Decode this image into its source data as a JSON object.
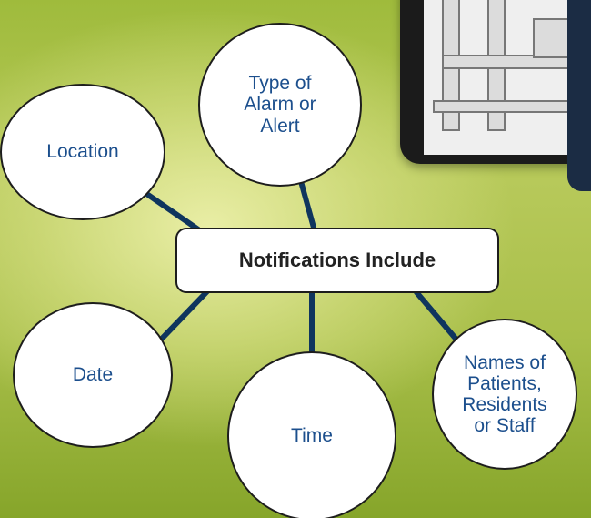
{
  "diagram": {
    "center_label": "Notifications Include",
    "nodes": [
      {
        "id": "type",
        "label": "Type of\nAlarm or\nAlert"
      },
      {
        "id": "location",
        "label": "Location"
      },
      {
        "id": "date",
        "label": "Date"
      },
      {
        "id": "time",
        "label": "Time"
      },
      {
        "id": "names",
        "label": "Names of\nPatients,\nResidents\nor Staff"
      }
    ]
  },
  "colors": {
    "background_light": "#e8eca6",
    "background_dark": "#8aa82c",
    "connector": "#0f355e",
    "node_text": "#1c4f8d",
    "center_text": "#222222"
  }
}
